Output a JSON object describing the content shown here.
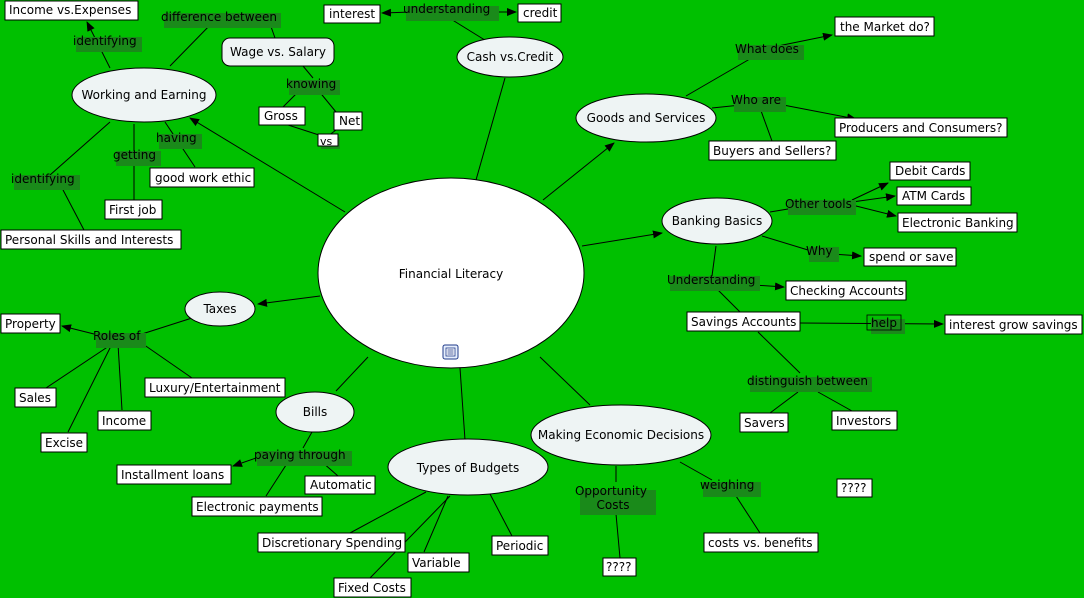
{
  "colors": {
    "background": "#00c000",
    "node_fill": "#ffffff",
    "oval_fill": "#eef4f4",
    "label_shadow": "#1a8a1a"
  },
  "center": "Financial Literacy",
  "center_icon": "notes-icon",
  "working": {
    "node": "Working and Earning",
    "income_expenses": "Income vs.Expenses",
    "identifying_1": "identifying",
    "difference_between": "difference between",
    "wage_salary": "Wage vs. Salary",
    "knowing": "knowing",
    "gross": "Gross",
    "net": "Net",
    "vs": "vs",
    "having": "having",
    "getting": "getting",
    "good_work_ethic": "good work ethic",
    "first_job": "First job",
    "identifying_2": "identifying",
    "personal_skills": "Personal Skills and Interests"
  },
  "cash": {
    "node": "Cash vs.Credit",
    "understanding": "understanding",
    "interest": "interest",
    "credit": "credit"
  },
  "goods": {
    "node": "Goods and Services",
    "what_does": "What does",
    "the_market": "the Market do?",
    "who_are": "Who are",
    "producers": "Producers and Consumers?",
    "buyers": "Buyers and Sellers?"
  },
  "banking": {
    "node": "Banking Basics",
    "other_tools": "Other tools",
    "debit": "Debit Cards",
    "atm": "ATM Cards",
    "electronic": "Electronic Banking",
    "why": "Why",
    "spend_save": "spend or save",
    "understanding": "Understanding",
    "checking": "Checking Accounts",
    "savings": "Savings Accounts",
    "help": "help",
    "interest_grow": "interest grow savings",
    "distinguish": "distinguish between",
    "savers": "Savers",
    "investors": "Investors"
  },
  "taxes": {
    "node": "Taxes",
    "roles_of": "Roles of",
    "property": "Property",
    "sales": "Sales",
    "excise": "Excise",
    "income": "Income",
    "luxury": "Luxury/Entertainment"
  },
  "bills": {
    "node": "Bills",
    "paying_through": "paying through",
    "installment": "Installment loans",
    "automatic": "Automatic",
    "electronic_payments": "Electronic payments"
  },
  "budgets": {
    "node": "Types of Budgets",
    "discretionary": "Discretionary Spending",
    "variable": "Variable",
    "fixed": "Fixed Costs",
    "periodic": "Periodic"
  },
  "decisions": {
    "node": "Making Economic Decisions",
    "opportunity_l1": "Opportunity",
    "opportunity_l2": "Costs",
    "weighing": "weighing",
    "unknown_1": "????",
    "costs_benefits": "costs vs. benefits",
    "unknown_2": "????"
  }
}
